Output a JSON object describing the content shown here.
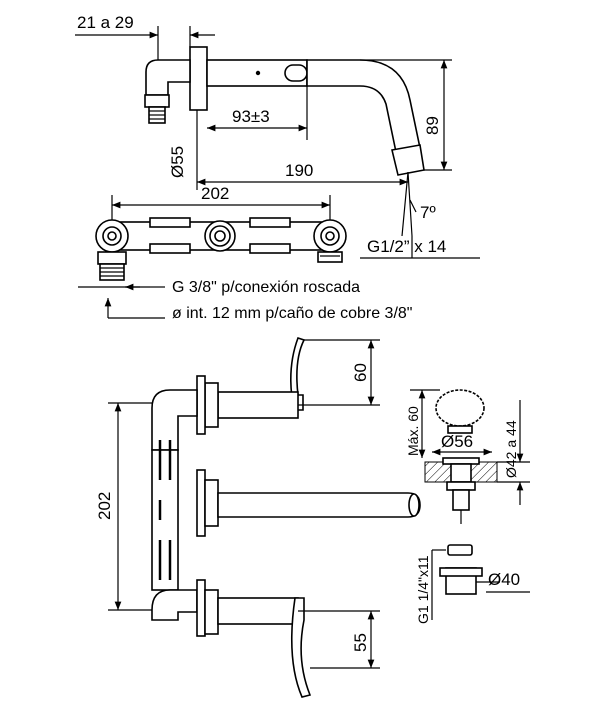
{
  "top_view": {
    "dim_wall_range": "21 a 29",
    "dim_spout_offset": "93±3",
    "dim_height": "89",
    "dim_diameter": "Ø55",
    "dim_spout_length": "190",
    "dim_angle": "7º",
    "dim_thread": "G1/2” x 14"
  },
  "rough_in": {
    "dim_width": "202",
    "note_thread": "G 3/8\" p/conexión roscada",
    "note_pipe": "ø int. 12 mm p/caño de cobre 3/8\""
  },
  "front_view": {
    "dim_height": "202",
    "dim_handle_top": "60",
    "dim_handle_bottom": "55"
  },
  "drain": {
    "dim_max": "Máx. 60",
    "dim_flange": "Ø56",
    "dim_hole": "Ø42 a 44",
    "dim_thread": "G1 1/4\"x11",
    "dim_nut": "Ø40"
  }
}
